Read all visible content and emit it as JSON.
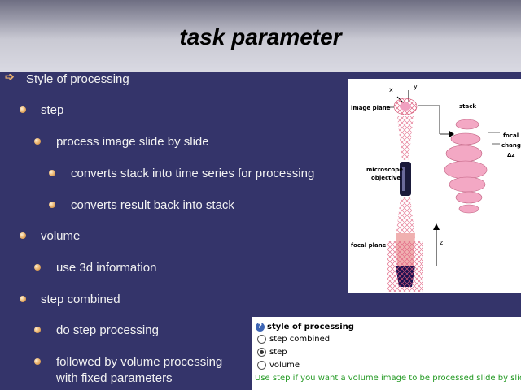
{
  "slide": {
    "title": "task parameter",
    "bullets": [
      "Style of processing",
      "step",
      "process image slide by slide",
      "converts stack into time series for processing",
      "converts result back into stack",
      "volume",
      "use 3d information",
      "step combined",
      "do step processing",
      "followed by volume processing",
      "with fixed parameters"
    ]
  },
  "diagram": {
    "labels": {
      "x": "x",
      "y": "y",
      "image_plane": "image plane",
      "stack": "stack",
      "focal_change_1": "focal",
      "focal_change_2": "change",
      "focal_change_3": "Δz",
      "objective_1": "microscope",
      "objective_2": "objective",
      "focal_plane": "focal plane",
      "z": "z"
    }
  },
  "panel": {
    "title": "style of processing",
    "icon": "help-icon",
    "options": [
      {
        "label": "step combined",
        "selected": false
      },
      {
        "label": "step",
        "selected": true
      },
      {
        "label": "volume",
        "selected": false
      }
    ],
    "help_text": "Use step if you want a volume image to be processed slide by slide."
  }
}
